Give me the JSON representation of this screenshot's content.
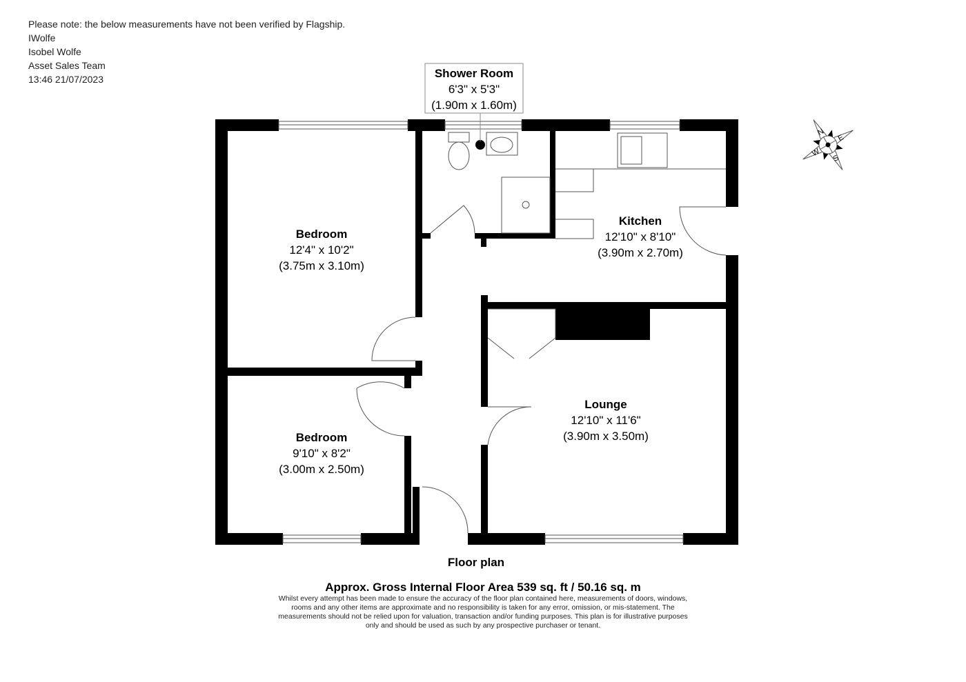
{
  "note": {
    "line1": "Please note: the below measurements have not been verified by Flagship.",
    "line2": "IWolfe",
    "line3": "Isobel Wolfe",
    "line4": "Asset Sales Team",
    "line5": "13:46 21/07/2023"
  },
  "rooms": {
    "shower": {
      "name": "Shower Room",
      "imperial": "6'3\" x 5'3\"",
      "metric": "(1.90m x 1.60m)"
    },
    "bedroom1": {
      "name": "Bedroom",
      "imperial": "12'4\" x 10'2\"",
      "metric": "(3.75m x 3.10m)"
    },
    "bedroom2": {
      "name": "Bedroom",
      "imperial": "9'10\" x 8'2\"",
      "metric": "(3.00m x 2.50m)"
    },
    "kitchen": {
      "name": "Kitchen",
      "imperial": "12'10\" x 8'10\"",
      "metric": "(3.90m x 2.70m)"
    },
    "lounge": {
      "name": "Lounge",
      "imperial": "12'10\" x 11'6\"",
      "metric": "(3.90m x 3.50m)"
    }
  },
  "compass": {
    "n": "N",
    "e": "E",
    "s": "S",
    "w": "W"
  },
  "footer": {
    "title": "Floor plan",
    "area": "Approx. Gross Internal Floor Area 539 sq. ft / 50.16 sq. m",
    "disclaimer1": "Whilst every attempt has been made to ensure the accuracy of the floor plan contained here, measurements of doors, windows,",
    "disclaimer2": "rooms and any other items are approximate and no responsibility is taken for any error, omission, or mis-statement. The",
    "disclaimer3": "measurements should not be relied upon for valuation, transaction and/or funding purposes. This plan is for illustrative purposes",
    "disclaimer4": "only and should be used as such by any prospective purchaser or tenant."
  }
}
